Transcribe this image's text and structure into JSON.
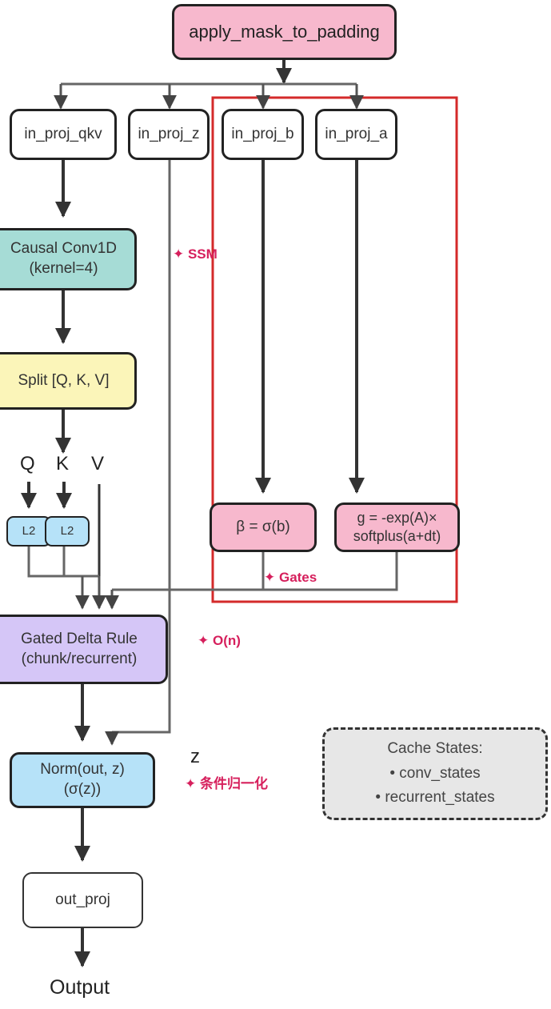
{
  "nodes": {
    "apply_mask": "apply_mask_to_padding",
    "in_proj_qkv": "in_proj_qkv",
    "in_proj_z": "in_proj_z",
    "in_proj_b": "in_proj_b",
    "in_proj_a": "in_proj_a",
    "causal_conv": [
      "Causal Conv1D",
      "(kernel=4)"
    ],
    "split": "Split [Q, K, V]",
    "l2_q": "L2",
    "l2_k": "L2",
    "beta": "β = σ(b)",
    "g_gate": [
      "g = -exp(A)×",
      "softplus(a+dt)"
    ],
    "gated_delta": [
      "Gated Delta Rule",
      "(chunk/recurrent)"
    ],
    "norm": [
      "Norm(out, z)",
      "(σ(z))"
    ],
    "out_proj": "out_proj",
    "output": "Output"
  },
  "vectors": {
    "q": "Q",
    "k": "K",
    "v": "V",
    "z": "z"
  },
  "annotations": {
    "ssm": "✦ SSM",
    "gates": "✦ Gates",
    "on": "✦ O(n)",
    "cond_norm": "✦ 条件归一化"
  },
  "cache": {
    "title": "Cache States:",
    "items": [
      "• conv_states",
      "• recurrent_states"
    ]
  },
  "colors": {
    "pink": "#f7b8cd",
    "teal": "#a6dcd6",
    "yellow": "#fbf5b9",
    "blue": "#b6e2f8",
    "purple": "#d5c6f7",
    "highlight": "#d42a2a",
    "annotation": "#d61f5c"
  }
}
